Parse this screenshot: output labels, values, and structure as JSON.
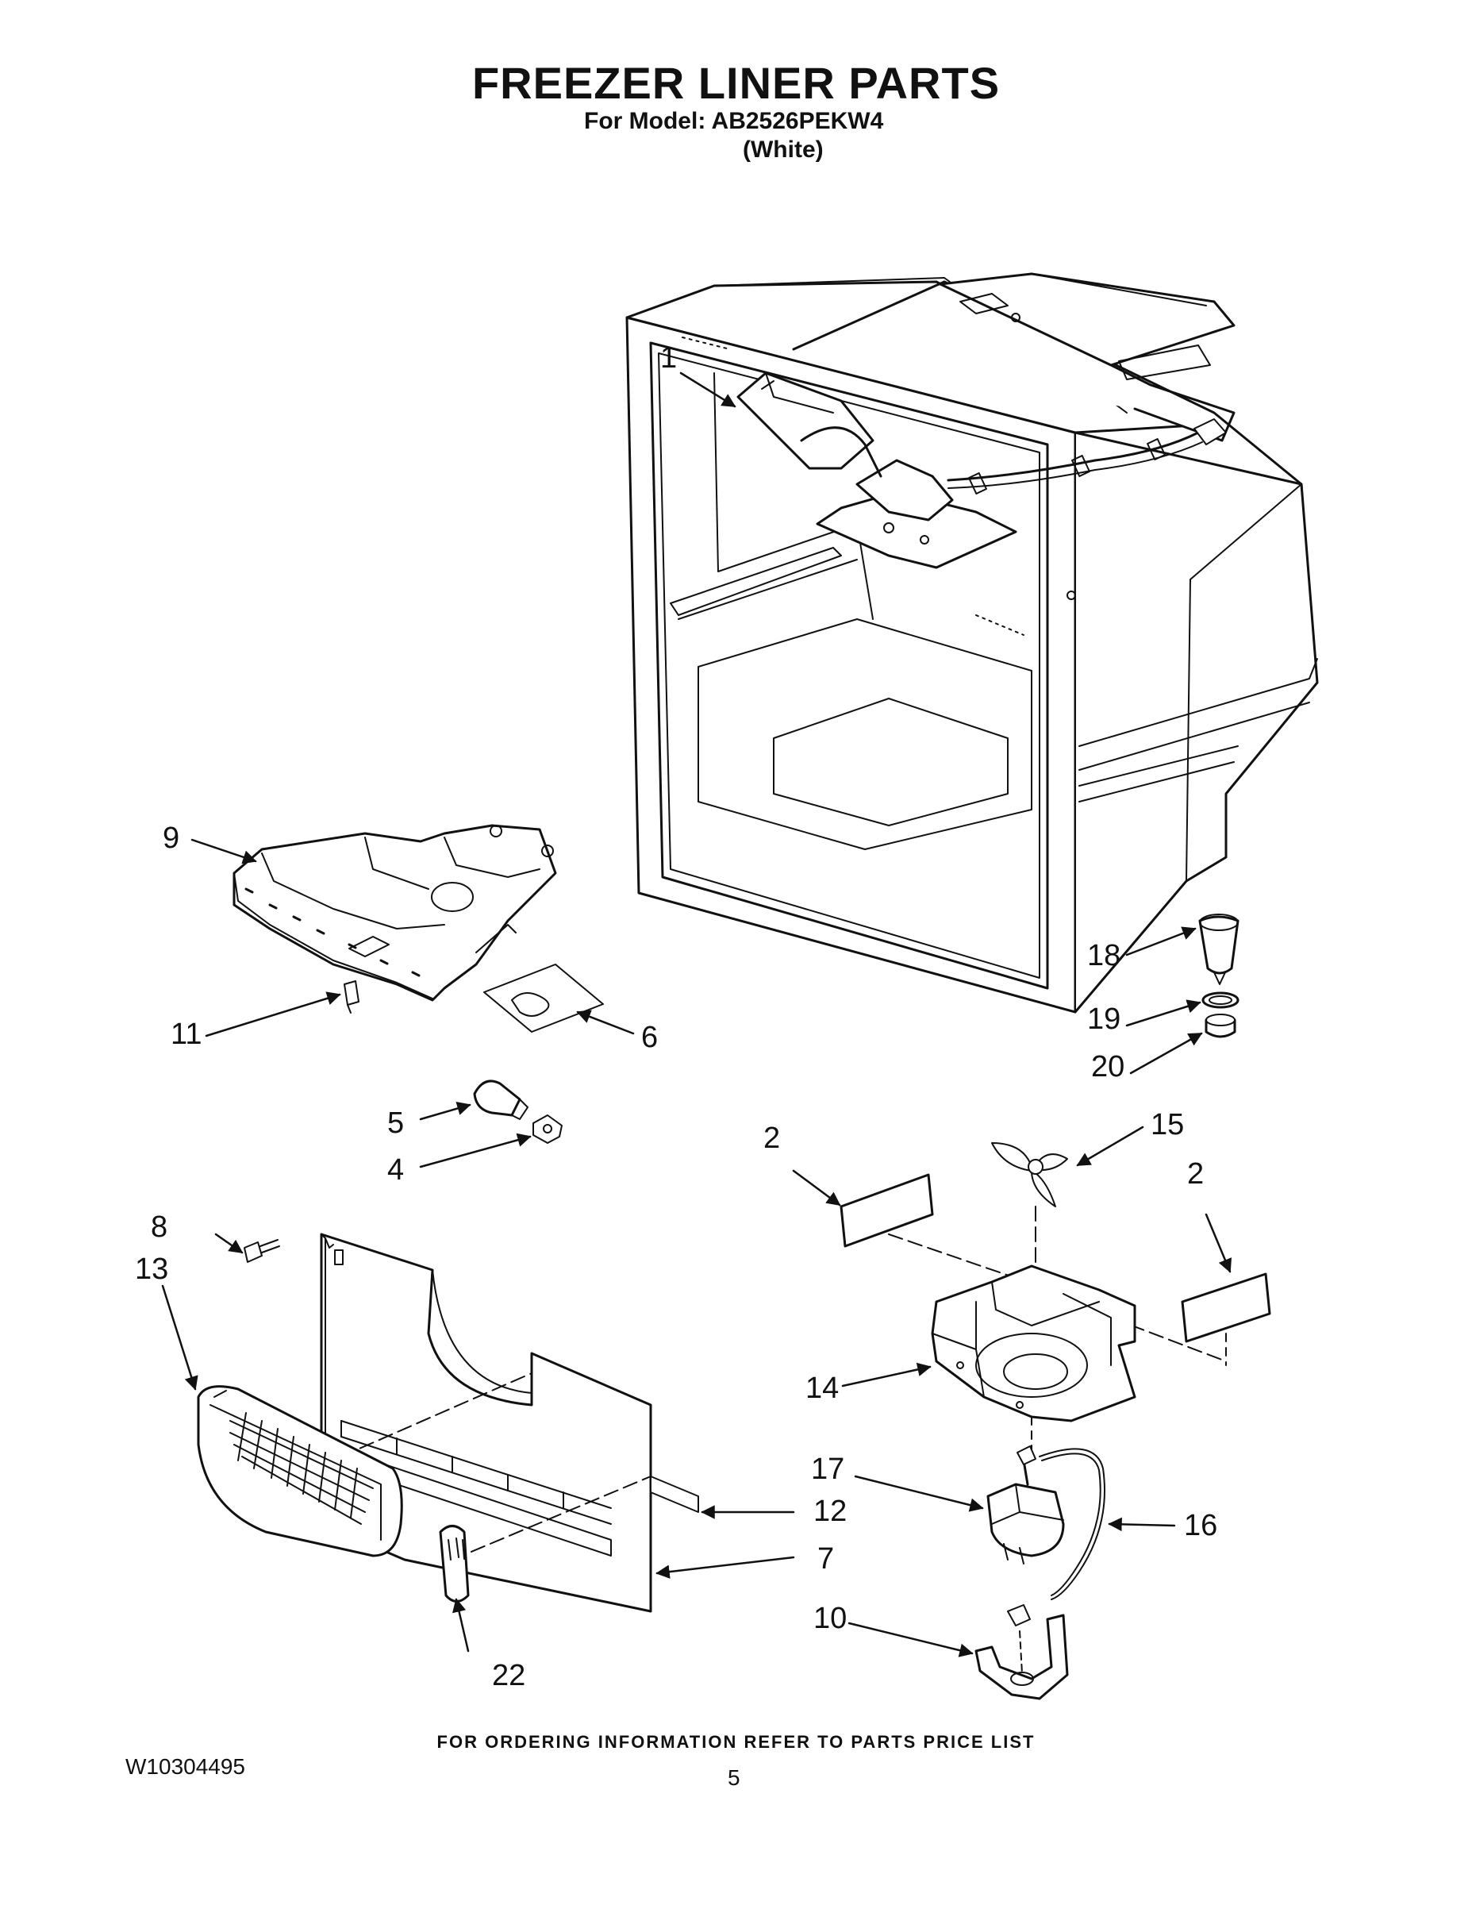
{
  "header": {
    "title": "FREEZER LINER PARTS",
    "model": "For Model: AB2526PEKW4",
    "color": "(White)"
  },
  "callouts": [
    {
      "id": "c1",
      "text": "1"
    },
    {
      "id": "c2a",
      "text": "2"
    },
    {
      "id": "c2b",
      "text": "2"
    },
    {
      "id": "c4",
      "text": "4"
    },
    {
      "id": "c5",
      "text": "5"
    },
    {
      "id": "c6",
      "text": "6"
    },
    {
      "id": "c7",
      "text": "7"
    },
    {
      "id": "c8",
      "text": "8"
    },
    {
      "id": "c9",
      "text": "9"
    },
    {
      "id": "c10",
      "text": "10"
    },
    {
      "id": "c11",
      "text": "11"
    },
    {
      "id": "c12",
      "text": "12"
    },
    {
      "id": "c13",
      "text": "13"
    },
    {
      "id": "c14",
      "text": "14"
    },
    {
      "id": "c15",
      "text": "15"
    },
    {
      "id": "c16",
      "text": "16"
    },
    {
      "id": "c17",
      "text": "17"
    },
    {
      "id": "c18",
      "text": "18"
    },
    {
      "id": "c19",
      "text": "19"
    },
    {
      "id": "c20",
      "text": "20"
    },
    {
      "id": "c22",
      "text": "22"
    }
  ],
  "footer": {
    "note": "FOR ORDERING INFORMATION REFER TO PARTS PRICE LIST",
    "doc_number": "W10304495",
    "page_number": "5"
  }
}
